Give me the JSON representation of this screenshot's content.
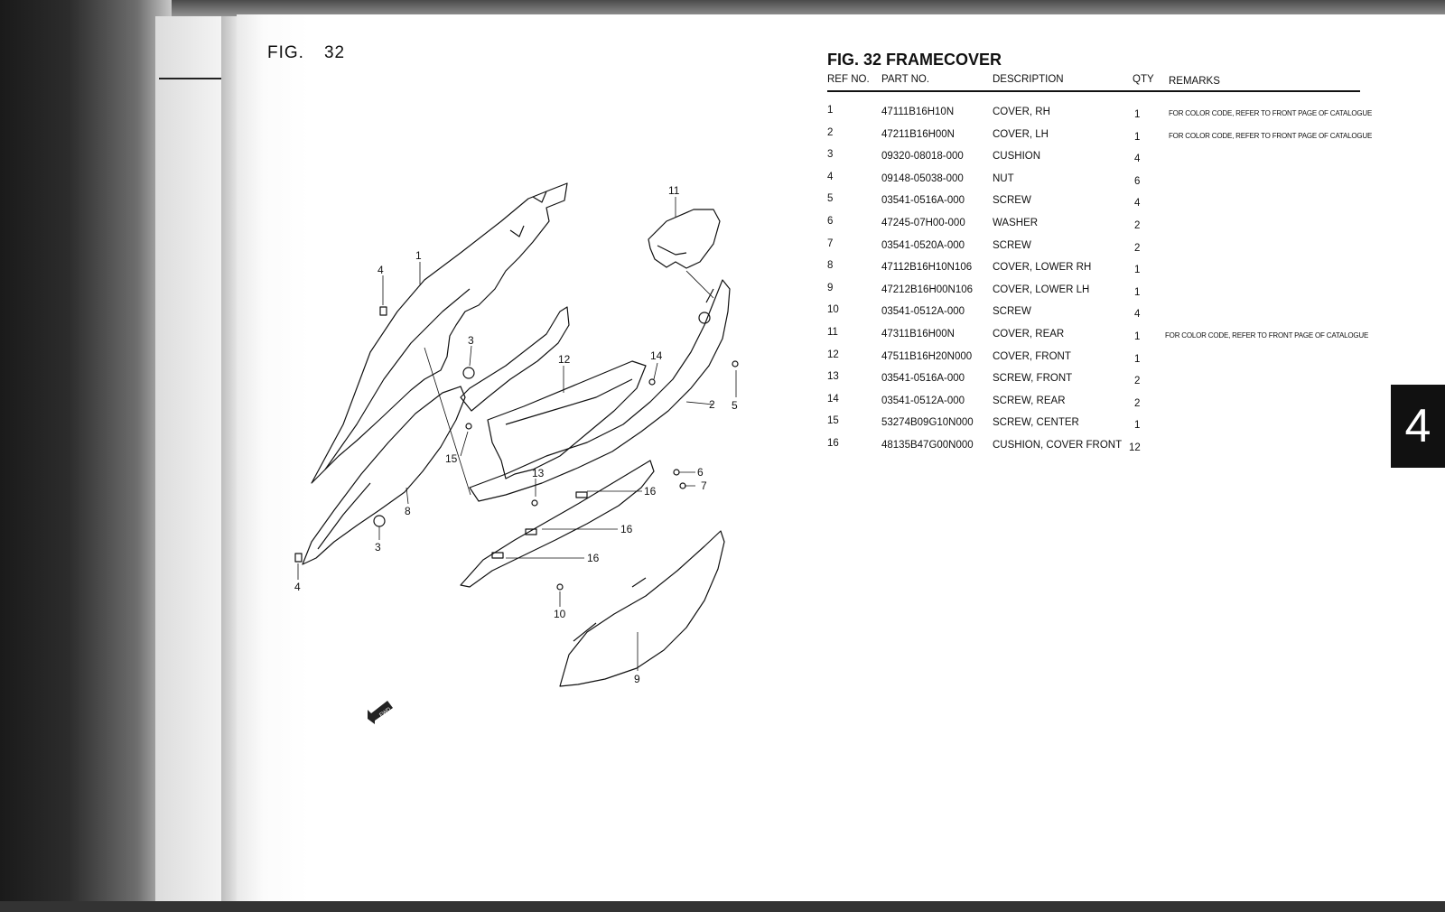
{
  "figure_label": "FIG.",
  "figure_number": "32",
  "table_title": "FIG. 32 FRAMECOVER",
  "headers": {
    "ref_no": "REF NO.",
    "part_no": "PART NO.",
    "description": "DESCRIPTION",
    "qty": "QTY",
    "remarks": "REMARKS"
  },
  "parts": [
    {
      "ref": "1",
      "part": "47111B16H10N",
      "desc": "COVER, RH",
      "qty": "1",
      "remarks": "FOR COLOR CODE,  REFER TO FRONT PAGE OF CATALOGUE"
    },
    {
      "ref": "2",
      "part": "47211B16H00N",
      "desc": "COVER, LH",
      "qty": "1",
      "remarks": "FOR COLOR CODE, REFER TO FRONT PAGE OF CATALOGUE"
    },
    {
      "ref": "3",
      "part": "09320-08018-000",
      "desc": "CUSHION",
      "qty": "4",
      "remarks": ""
    },
    {
      "ref": "4",
      "part": "09148-05038-000",
      "desc": "NUT",
      "qty": "6",
      "remarks": ""
    },
    {
      "ref": "5",
      "part": "03541-0516A-000",
      "desc": "SCREW",
      "qty": "4",
      "remarks": ""
    },
    {
      "ref": "6",
      "part": "47245-07H00-000",
      "desc": "WASHER",
      "qty": "2",
      "remarks": ""
    },
    {
      "ref": "7",
      "part": "03541-0520A-000",
      "desc": "SCREW",
      "qty": "2",
      "remarks": ""
    },
    {
      "ref": "8",
      "part": "47112B16H10N106",
      "desc": "COVER, LOWER RH",
      "qty": "1",
      "remarks": ""
    },
    {
      "ref": "9",
      "part": "47212B16H00N106",
      "desc": "COVER, LOWER LH",
      "qty": "1",
      "remarks": ""
    },
    {
      "ref": "10",
      "part": "03541-0512A-000",
      "desc": "SCREW",
      "qty": "4",
      "remarks": ""
    },
    {
      "ref": "11",
      "part": "47311B16H00N",
      "desc": "COVER, REAR",
      "qty": "1",
      "remarks": "FOR COLOR CODE, REFER TO FRONT PAGE OF CATALOGUE"
    },
    {
      "ref": "12",
      "part": "47511B16H20N000",
      "desc": "COVER, FRONT",
      "qty": "1",
      "remarks": ""
    },
    {
      "ref": "13",
      "part": "03541-0516A-000",
      "desc": "SCREW, FRONT",
      "qty": "2",
      "remarks": ""
    },
    {
      "ref": "14",
      "part": "03541-0512A-000",
      "desc": "SCREW, REAR",
      "qty": "2",
      "remarks": ""
    },
    {
      "ref": "15",
      "part": "53274B09G10N000",
      "desc": "SCREW, CENTER",
      "qty": "1",
      "remarks": ""
    },
    {
      "ref": "16",
      "part": "48135B47G00N000",
      "desc": "CUSHION, COVER FRONT",
      "qty": "12",
      "remarks": ""
    }
  ],
  "diagram_callouts": [
    "1",
    "2",
    "3",
    "3",
    "4",
    "4",
    "5",
    "6",
    "7",
    "8",
    "9",
    "10",
    "11",
    "12",
    "13",
    "14",
    "15",
    "16",
    "16",
    "16"
  ],
  "section_tab": "4",
  "fwd_label": "FWD"
}
